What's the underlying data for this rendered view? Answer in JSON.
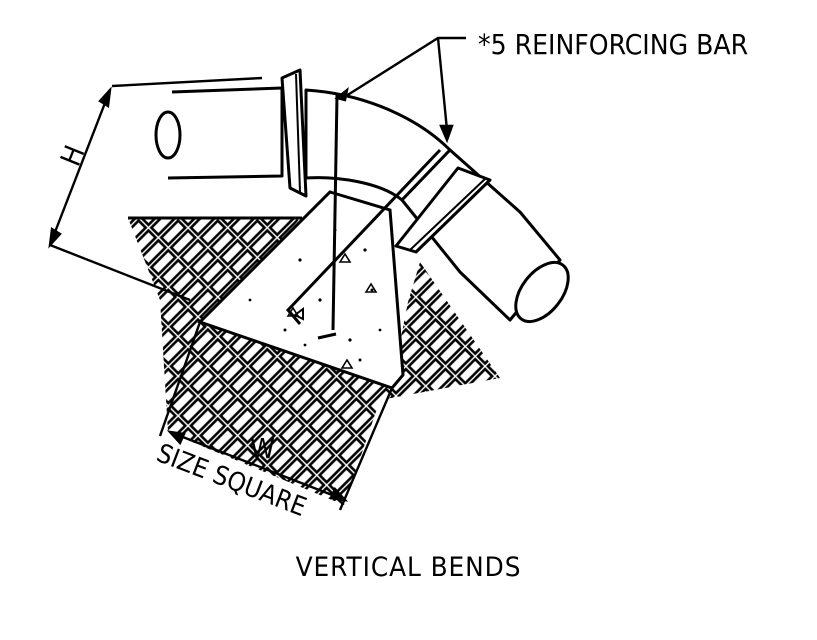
{
  "labels": {
    "rebar": "*5 REINFORCING BAR",
    "height": "H",
    "width": "W",
    "size_square": "SIZE SQUARE"
  },
  "caption": "VERTICAL BENDS",
  "colors": {
    "ink": "#000000",
    "paper": "#ffffff"
  }
}
